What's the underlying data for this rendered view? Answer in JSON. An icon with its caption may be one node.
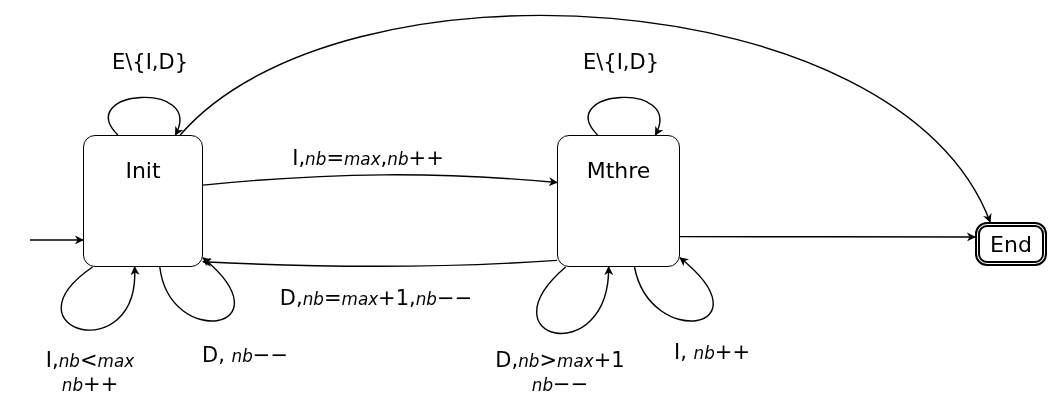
{
  "diagram": {
    "nodes": [
      {
        "text": [
          "Init"
        ]
      },
      {
        "text": [
          "Mthre"
        ]
      },
      {
        "text": [
          "End"
        ]
      }
    ],
    "edges": [
      {
        "from": null,
        "to": 0,
        "arrow": "to"
      },
      {
        "from": 0,
        "to": 0,
        "arrow": "to",
        "label": "E\\{I,D}"
      },
      {
        "from": 0,
        "to": 0,
        "arrow": "to",
        "label": "I,*nb*<*max* *nb*++"
      },
      {
        "from": 0,
        "to": 0,
        "arrow": "to",
        "label": "D, *nb*−−"
      },
      {
        "from": 0,
        "to": 1,
        "arrow": "to",
        "label": "I,*nb*=*max*,*nb*++"
      },
      {
        "from": 1,
        "to": 0,
        "arrow": "to",
        "label": "D,*nb*=*max*+1,*nb*−−"
      },
      {
        "from": 1,
        "to": 1,
        "arrow": "to",
        "label": "E\\{I,D}"
      },
      {
        "from": 1,
        "to": 1,
        "arrow": "to",
        "label": "D,*nb*>*max*+1 *nb*−−"
      },
      {
        "from": 1,
        "to": 1,
        "arrow": "to",
        "label": "I, *nb*++"
      },
      {
        "from": 0,
        "to": 2,
        "arrow": "to"
      },
      {
        "from": 1,
        "to": 2,
        "arrow": "to"
      }
    ]
  }
}
